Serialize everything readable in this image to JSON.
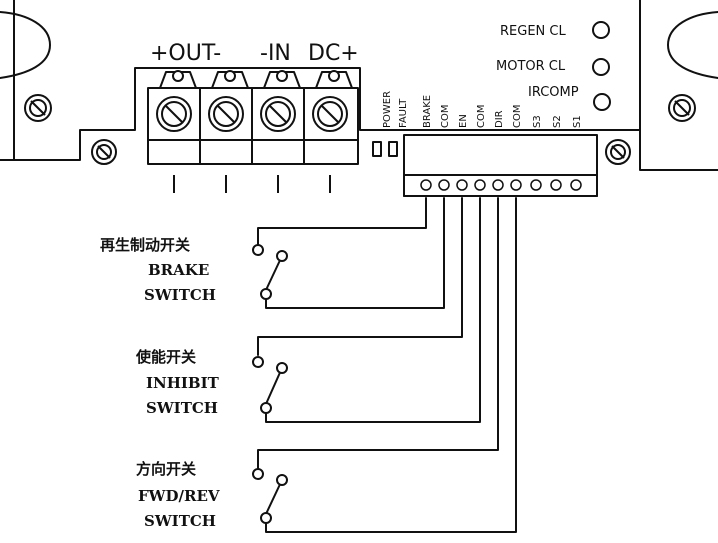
{
  "power_terminals": {
    "out_label": "+OUT-",
    "in_label": "-IN",
    "dc_label": "DC+"
  },
  "indicators": [
    {
      "label": "REGEN CL"
    },
    {
      "label": "MOTOR CL"
    },
    {
      "label": "IRCOMP"
    }
  ],
  "led_labels": [
    "POWER",
    "FAULT"
  ],
  "signal_terminals": [
    "BRAKE",
    "COM",
    "EN",
    "COM",
    "DIR",
    "COM",
    "S3",
    "S2",
    "S1"
  ],
  "switches": [
    {
      "cn": "再生制动开关",
      "en1": "BRAKE",
      "en2": "SWITCH"
    },
    {
      "cn": "使能开关",
      "en1": "INHIBIT",
      "en2": "SWITCH"
    },
    {
      "cn": "方向开关",
      "en1": "FWD/REV",
      "en2": "SWITCH"
    }
  ]
}
